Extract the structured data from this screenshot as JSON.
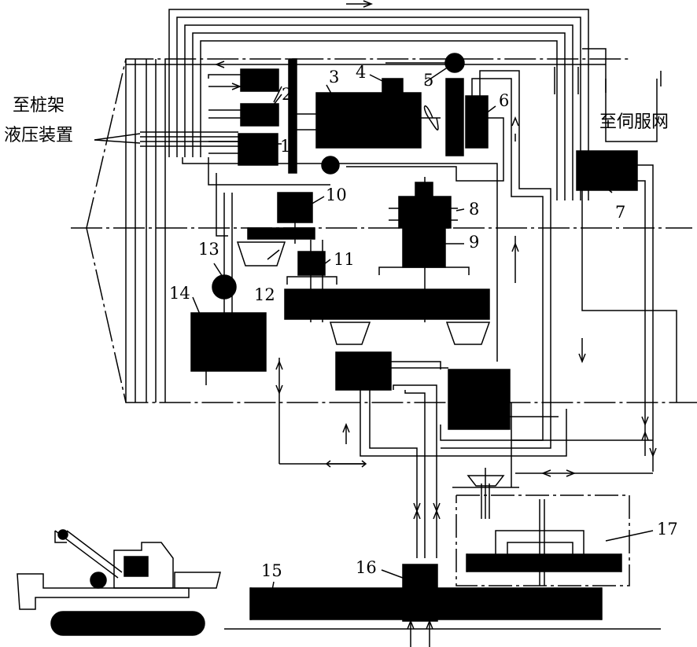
{
  "labels": {
    "pile_frame_1": "至桩架",
    "pile_frame_2": "液压装置",
    "servo_network": "至伺服网",
    "n1": "1",
    "n2": "2",
    "n3": "3",
    "n4": "4",
    "n5": "5",
    "n6": "6",
    "n7": "7",
    "n8": "8",
    "n9": "9",
    "n10": "10",
    "n11": "11",
    "n12": "12",
    "n13": "13",
    "n14": "14",
    "n15": "15",
    "n16": "16",
    "n17": "17"
  }
}
